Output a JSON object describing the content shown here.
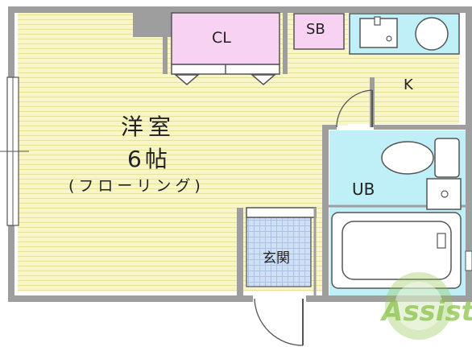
{
  "rooms": {
    "main_room_name": "洋室",
    "main_room_size": "6帖",
    "main_room_floor": "(フローリング)",
    "closet": "CL",
    "shoe_box": "SB",
    "kitchen": "K",
    "unit_bath": "UB",
    "entrance": "玄関"
  },
  "logo": {
    "text": "Assist"
  },
  "colors": {
    "wall": "#9e9e9e",
    "floor_fill": "#f7f5c9",
    "floor_stripe": "#e6e29c",
    "closet_fill": "#f7d2f2",
    "bath_fill": "#bff0f7",
    "entrance_fill": "#cfe0f4",
    "logo_green": "#8bc34a"
  }
}
